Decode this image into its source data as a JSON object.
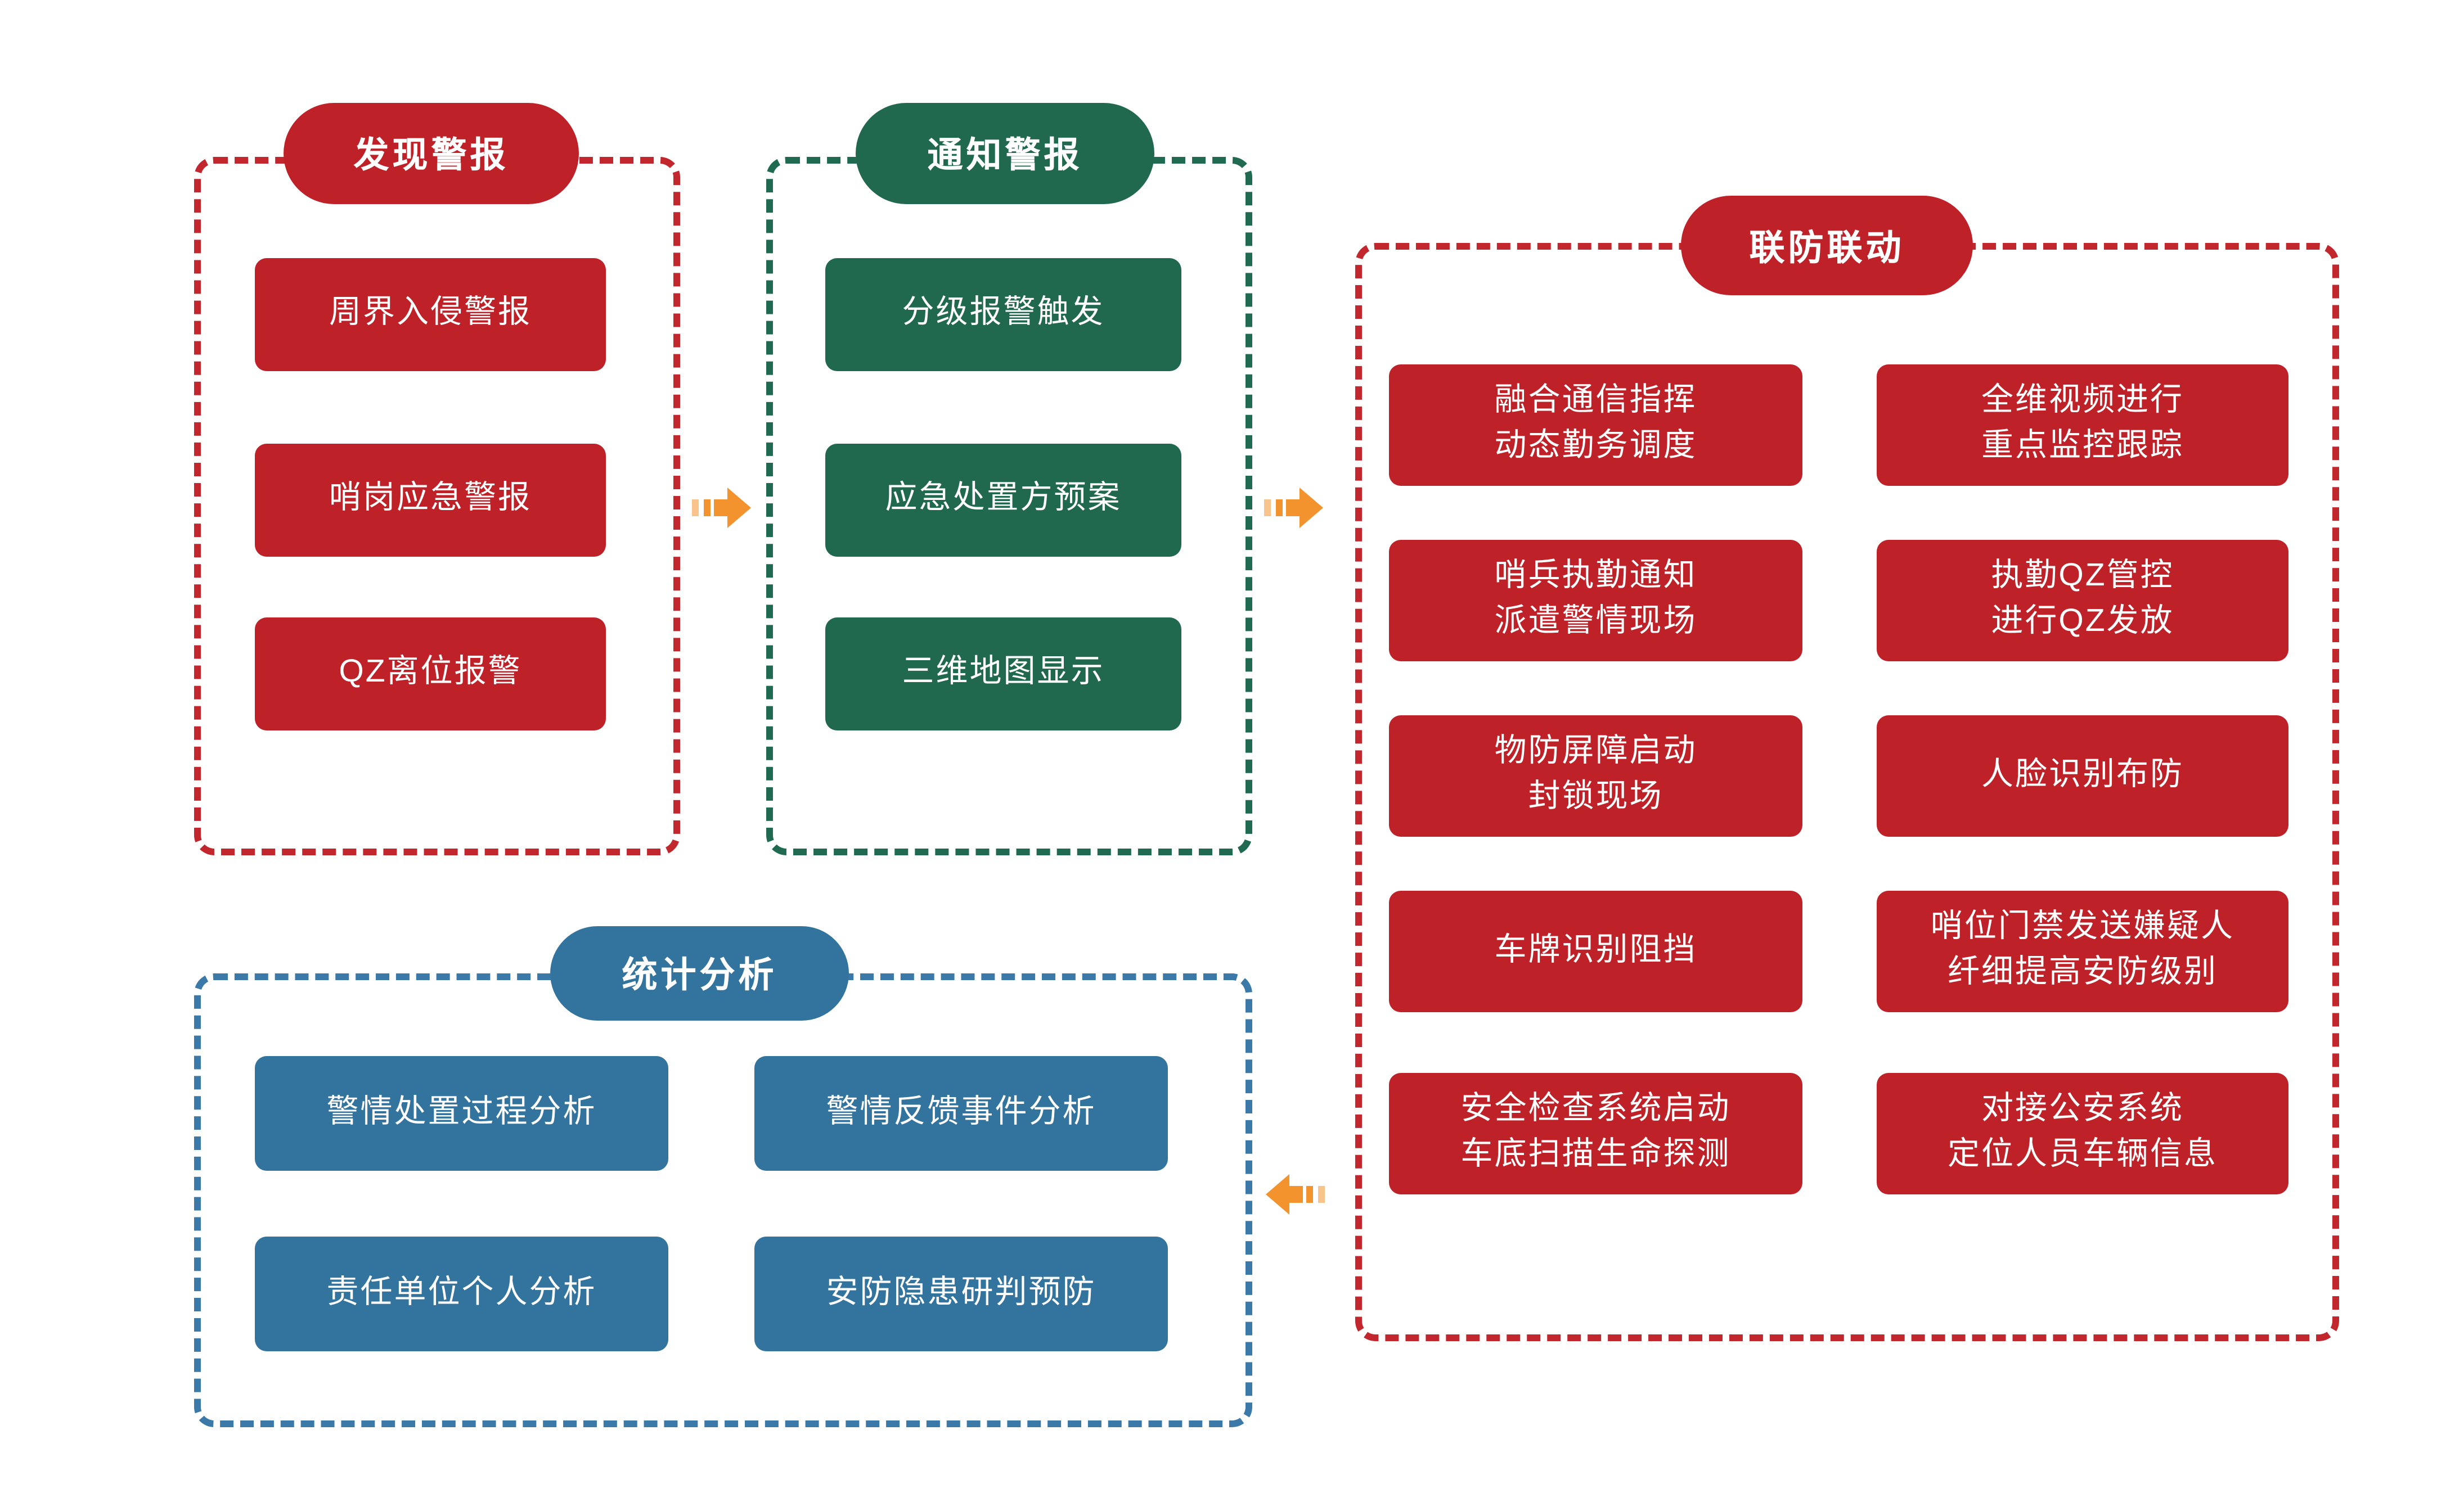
{
  "diagram": {
    "colors": {
      "red": "#BE2228",
      "red_border": "#C1272D",
      "green": "#20694F",
      "green_border": "#1F6A50",
      "blue": "#33749F",
      "blue_border": "#3A79A8",
      "arrow_orange": "#F2932E"
    },
    "groups": [
      {
        "id": "discover-alarm",
        "title": "发现警报",
        "boxes": [
          "周界入侵警报",
          "哨岗应急警报",
          "QZ离位报警"
        ]
      },
      {
        "id": "notify-alarm",
        "title": "通知警报",
        "boxes": [
          "分级报警触发",
          "应急处置方预案",
          "三维地图显示"
        ]
      },
      {
        "id": "joint-defense",
        "title": "联防联动",
        "col1": [
          "融合通信指挥\n动态勤务调度",
          "哨兵执勤通知\n派遣警情现场",
          "物防屏障启动\n封锁现场",
          "车牌识别阻挡",
          "安全检查系统启动\n车底扫描生命探测"
        ],
        "col2": [
          "全维视频进行\n重点监控跟踪",
          "执勤QZ管控\n进行QZ发放",
          "人脸识别布防",
          "哨位门禁发送嫌疑人\n纤细提高安防级别",
          "对接公安系统\n定位人员车辆信息"
        ]
      },
      {
        "id": "statistics-analysis",
        "title": "统计分析",
        "col1": [
          "警情处置过程分析",
          "责任单位个人分析"
        ],
        "col2": [
          "警情反馈事件分析",
          "安防隐患研判预防"
        ]
      }
    ]
  }
}
